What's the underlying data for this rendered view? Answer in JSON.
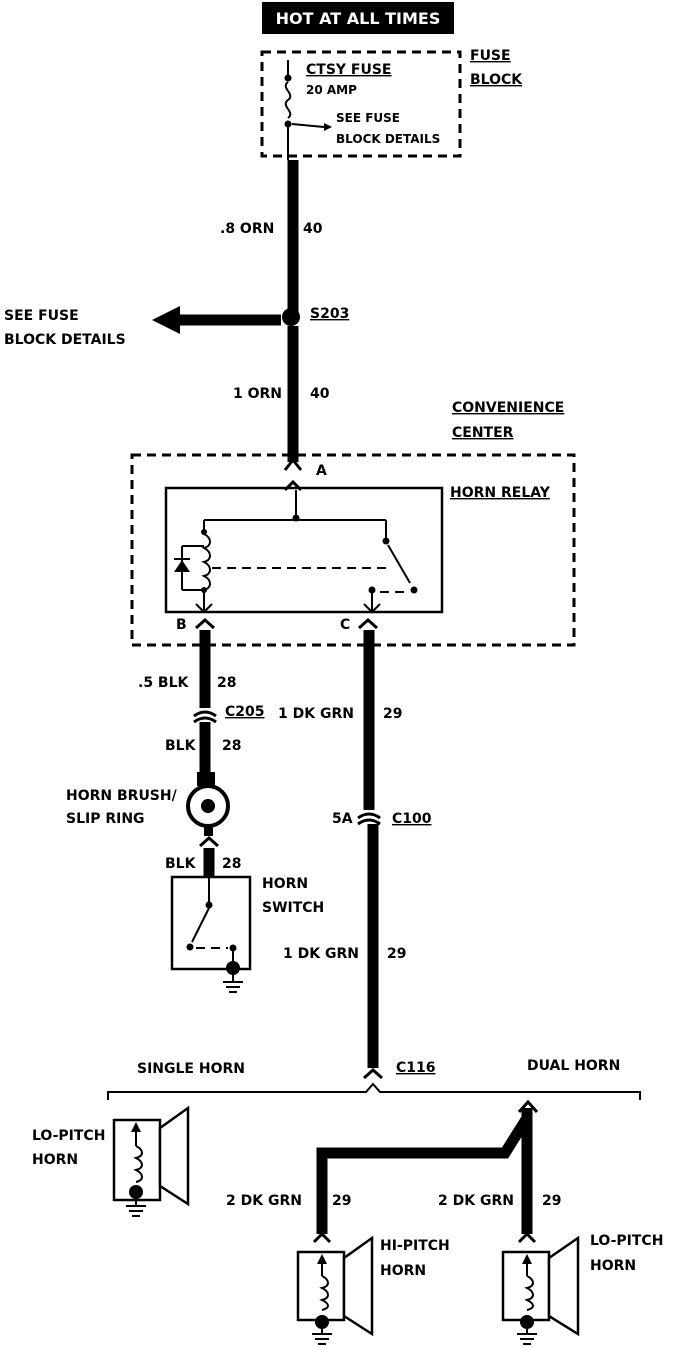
{
  "title": "HOT AT ALL TIMES",
  "fuse_block": {
    "label_line1": "FUSE",
    "label_line2": "BLOCK",
    "fuse_name": "CTSY  FUSE",
    "fuse_rating": "20 AMP",
    "see_line1": "SEE FUSE",
    "see_line2": "BLOCK DETAILS"
  },
  "wire_top": {
    "gauge_color": ".8 ORN",
    "circuit": "40"
  },
  "splice": {
    "id": "S203",
    "see_line1": "SEE FUSE",
    "see_line2": "BLOCK DETAILS"
  },
  "wire_mid": {
    "gauge_color": "1 ORN",
    "circuit": "40"
  },
  "convenience_center": {
    "label_line1": "CONVENIENCE",
    "label_line2": "CENTER",
    "relay_label": "HORN RELAY",
    "terminal_a": "A",
    "terminal_b": "B",
    "terminal_c": "C"
  },
  "left_branch": {
    "wire1": {
      "gauge_color": ".5 BLK",
      "circuit": "28"
    },
    "connector": "C205",
    "wire2": {
      "gauge_color": "BLK",
      "circuit": "28"
    },
    "brush_line1": "HORN BRUSH/",
    "brush_line2": "SLIP RING",
    "wire3": {
      "gauge_color": "BLK",
      "circuit": "28"
    },
    "switch_line1": "HORN",
    "switch_line2": "SWITCH"
  },
  "right_branch": {
    "wire1": {
      "gauge_color": "1 DK GRN",
      "circuit": "29"
    },
    "connector_pin": "5A",
    "connector": "C100",
    "wire2": {
      "gauge_color": "1 DK GRN",
      "circuit": "29"
    },
    "connector2": "C116"
  },
  "horns": {
    "single_label": "SINGLE HORN",
    "dual_label": "DUAL HORN",
    "single_lo_line1": "LO-PITCH",
    "single_lo_line2": "HORN",
    "hi_wire": {
      "gauge_color": "2 DK GRN",
      "circuit": "29"
    },
    "hi_line1": "HI-PITCH",
    "hi_line2": "HORN",
    "lo_wire": {
      "gauge_color": "2 DK GRN",
      "circuit": "29"
    },
    "lo_line1": "LO-PITCH",
    "lo_line2": "HORN"
  }
}
